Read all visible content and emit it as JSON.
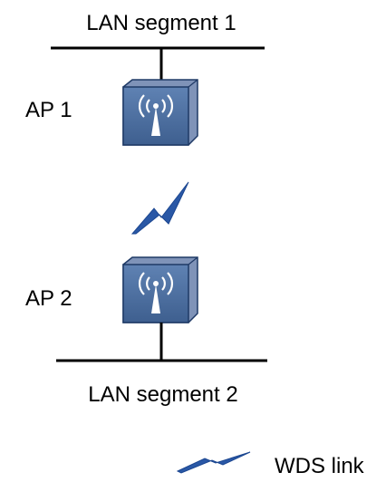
{
  "segments": {
    "top_label": "LAN segment 1",
    "bottom_label": "LAN segment 2"
  },
  "access_points": [
    {
      "label": "AP 1",
      "icon": "wireless-access-point-icon"
    },
    {
      "label": "AP 2",
      "icon": "wireless-access-point-icon"
    }
  ],
  "legend": {
    "label": "WDS link",
    "icon": "lightning-bolt-icon"
  },
  "colors": {
    "line": "#000000",
    "device_face": "#4d6d99",
    "device_side": "#7f93b8",
    "device_edge": "#1f3a66",
    "link": "#2a58a6"
  }
}
